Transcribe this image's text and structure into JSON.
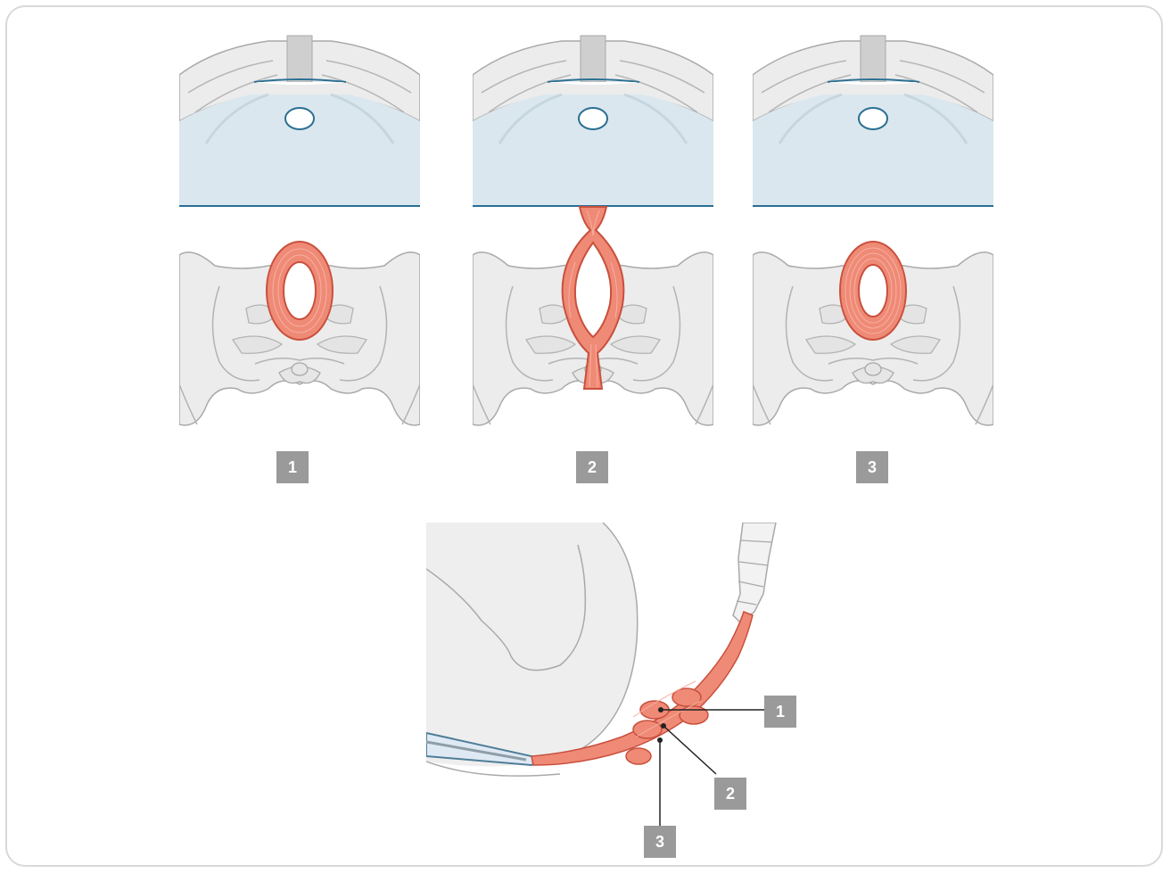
{
  "panels": [
    {
      "label": "1",
      "state": "relaxed"
    },
    {
      "label": "2",
      "state": "contracted"
    },
    {
      "label": "3",
      "state": "relaxed"
    }
  ],
  "sagittal_view": {
    "callouts": [
      {
        "label": "1"
      },
      {
        "label": "2"
      },
      {
        "label": "3"
      }
    ]
  },
  "colors": {
    "frame_border": "#d9d9d9",
    "badge": "#9a9a9a",
    "muscle": "#ef8a76",
    "muscle_outline": "#c9503d",
    "abdomen": "#dbe7ee",
    "abdomen_line": "#2a6f93",
    "bone_fill": "#eeeeee",
    "bone_line": "#a9a9a9"
  }
}
